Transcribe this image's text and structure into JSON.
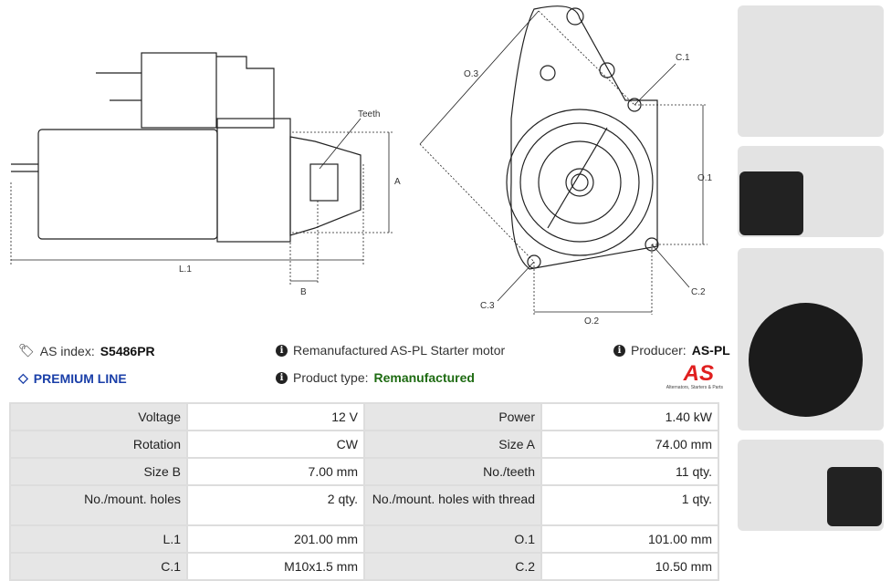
{
  "diagram_labels": {
    "teeth": "Teeth",
    "a": "A",
    "b": "B",
    "l1": "L.1",
    "o1": "O.1",
    "o2": "O.2",
    "o3": "O.3",
    "c1": "C.1",
    "c2": "C.2",
    "c3": "C.3"
  },
  "info": {
    "as_index_label": "AS index:",
    "as_index_value": "S5486PR",
    "premium": "PREMIUM LINE",
    "description": "Remanufactured AS-PL Starter motor",
    "product_type_label": "Product type:",
    "product_type_value": "Remanufactured",
    "producer_label": "Producer:",
    "producer_value": "AS-PL",
    "logo_text": "AS",
    "logo_tagline": "Alternators, Starters & Parts"
  },
  "colors": {
    "premium": "#1a3fa8",
    "product_type": "#1e6b12",
    "logo": "#e01f1f"
  },
  "specs": [
    [
      {
        "k": "Voltage",
        "v": "12 V"
      },
      {
        "k": "Power",
        "v": "1.40 kW"
      }
    ],
    [
      {
        "k": "Rotation",
        "v": "CW"
      },
      {
        "k": "Size A",
        "v": "74.00 mm"
      }
    ],
    [
      {
        "k": "Size B",
        "v": "7.00 mm"
      },
      {
        "k": "No./teeth",
        "v": "11 qty."
      }
    ],
    [
      {
        "k": "No./mount. holes",
        "v": "2 qty."
      },
      {
        "k": "No./mount. holes with thread",
        "v": "1 qty."
      }
    ],
    [
      {
        "k": "L.1",
        "v": "201.00 mm"
      },
      {
        "k": "O.1",
        "v": "101.00 mm"
      }
    ],
    [
      {
        "k": "C.1",
        "v": "M10x1.5 mm"
      },
      {
        "k": "C.2",
        "v": "10.50 mm"
      }
    ]
  ]
}
